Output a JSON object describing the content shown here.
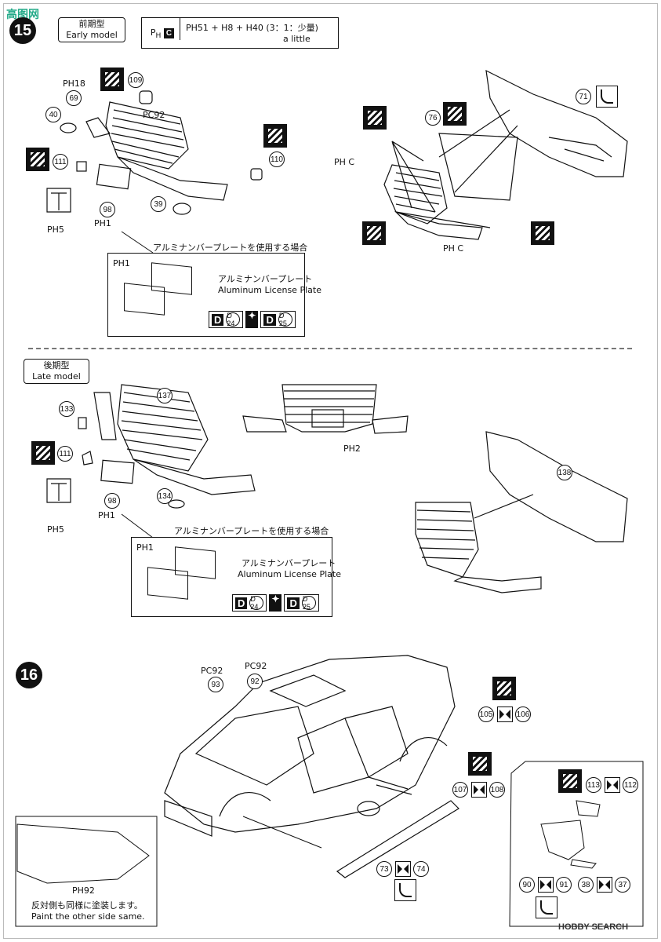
{
  "step15": {
    "number": "15"
  },
  "step16": {
    "number": "16"
  },
  "early": {
    "jp": "前期型",
    "en": "Early model"
  },
  "late": {
    "jp": "後期型",
    "en": "Late model"
  },
  "paint_spec": {
    "code": "PH C",
    "mix": "PH51 + H8 + H40 (3：1：少量)",
    "note": "a little"
  },
  "plate_heading": "アルミナンバープレートを使用する場合",
  "plate_jp": "アルミナンバープレート",
  "plate_en": "Aluminum License Plate",
  "decal_left": "D 24",
  "decal_right": "D 25",
  "parts_early": [
    "109",
    "69",
    "40",
    "111",
    "98",
    "39",
    "110",
    "76",
    "71"
  ],
  "parts_late": [
    "137",
    "133",
    "111",
    "98",
    "134",
    "138"
  ],
  "parts_16": [
    "93",
    "92",
    "105",
    "106",
    "107",
    "108",
    "113",
    "112",
    "73",
    "74",
    "90",
    "91",
    "38",
    "37"
  ],
  "paint_labels": {
    "ph18": "PH18",
    "pc92": "PC92",
    "ph5": "PH5",
    "ph1": "PH1",
    "phc": "PH C",
    "ph2": "PH2",
    "ph92": "PH92"
  },
  "note_jp": "反対側も同様に塗装します。",
  "note_en": "Paint the other side same.",
  "watermark": "HOBBY SEARCH",
  "corner_logo": "高图网"
}
